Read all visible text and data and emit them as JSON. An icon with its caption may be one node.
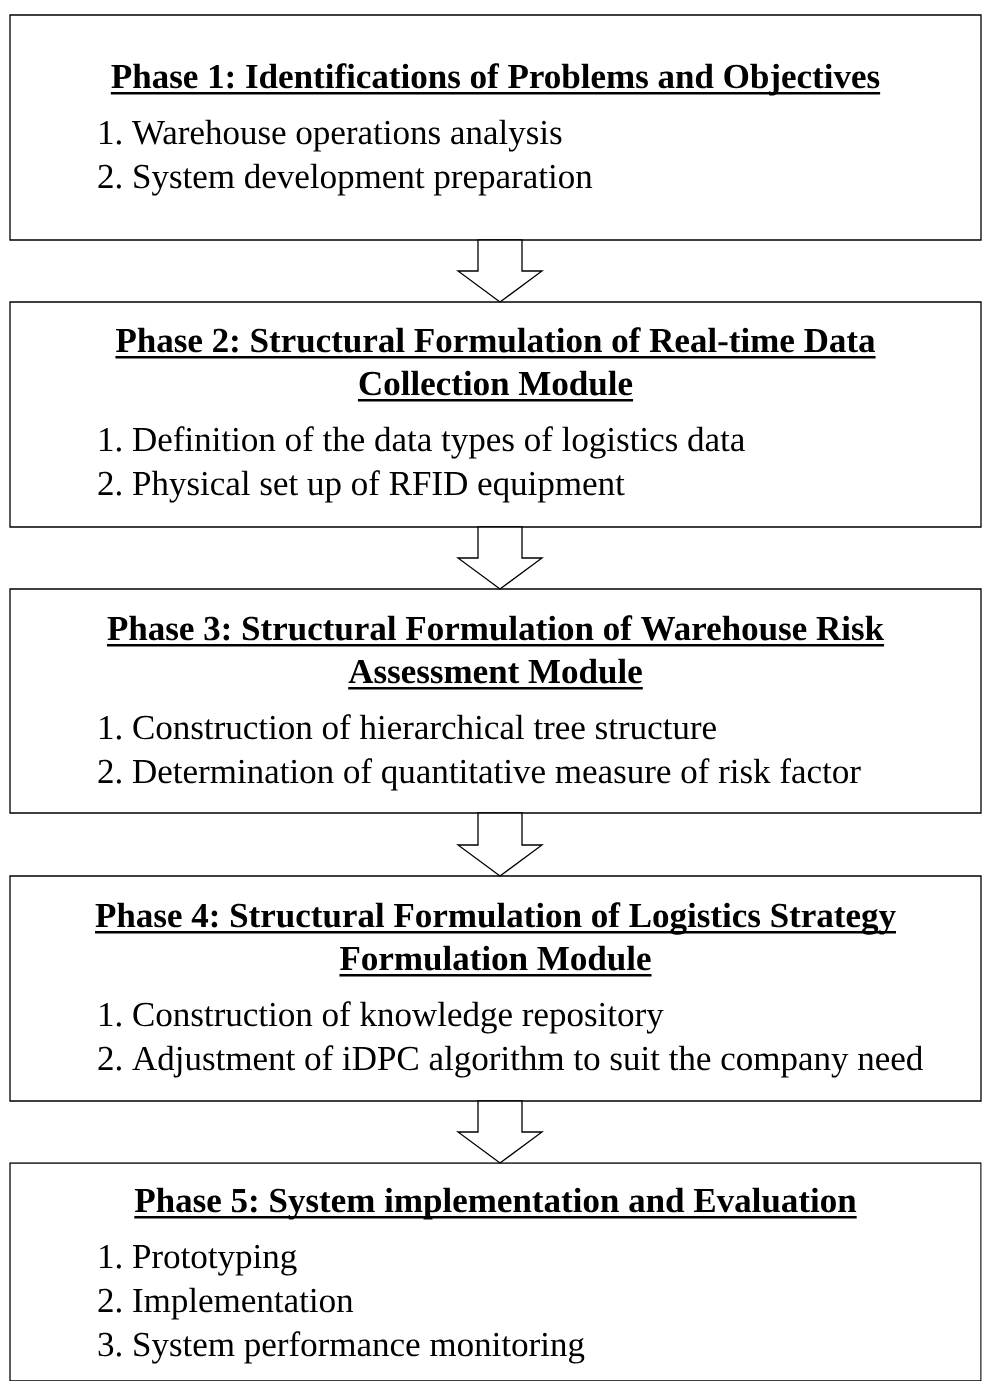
{
  "diagram": {
    "nodes": [
      {
        "text": [
          "Phase 1: Identifications of Problems and Objectives",
          "1. Warehouse operations analysis",
          "2. System development preparation"
        ]
      },
      {
        "text": [
          "Phase 2: Structural Formulation of Real-time Data Collection Module",
          "1. Definition of the data types of logistics data",
          "2. Physical set up of RFID equipment"
        ]
      },
      {
        "text": [
          "Phase 3: Structural Formulation of Warehouse Risk Assessment Module",
          "1. Construction of hierarchical tree structure",
          "2. Determination of quantitative measure of risk factor"
        ]
      },
      {
        "text": [
          "Phase 4: Structural Formulation of Logistics Strategy Formulation Module",
          "1. Construction of knowledge repository",
          "2. Adjustment of iDPC algorithm to suit the company need"
        ]
      },
      {
        "text": [
          "Phase 5: System implementation and Evaluation",
          "1. Prototyping",
          "2. Implementation",
          "3. System performance monitoring"
        ]
      }
    ],
    "edges": [
      {
        "from": 0,
        "to": 1,
        "arrow": "to"
      },
      {
        "from": 1,
        "to": 2,
        "arrow": "to"
      },
      {
        "from": 2,
        "to": 3,
        "arrow": "to"
      },
      {
        "from": 3,
        "to": 4,
        "arrow": "to"
      }
    ]
  }
}
